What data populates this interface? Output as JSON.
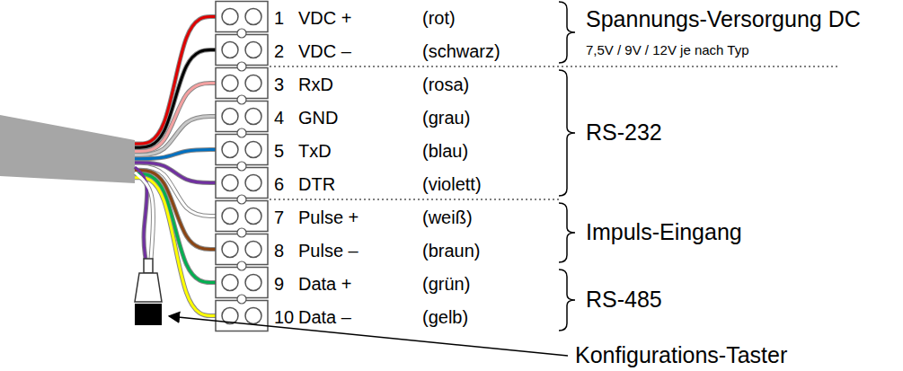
{
  "diagram": {
    "labels": [
      "1",
      "VDC +",
      "(rot)",
      "2",
      "VDC –",
      "(schwarz)",
      "3",
      "RxD",
      "(rosa)",
      "4",
      "GND",
      "(grau)",
      "5",
      "TxD",
      "(blau)",
      "6",
      "DTR",
      "(violett)",
      "7",
      "Pulse +",
      "(weiß)",
      "8",
      "Pulse –",
      "(braun)",
      "9",
      "Data +",
      "(grün)",
      "10",
      "Data –",
      "(gelb)",
      "Spannungs-Versorgung DC",
      "7,5V / 9V / 12V  je nach Typ",
      "RS-232",
      "Impuls-Eingang",
      "RS-485",
      "Konfigurations-Taster"
    ]
  }
}
